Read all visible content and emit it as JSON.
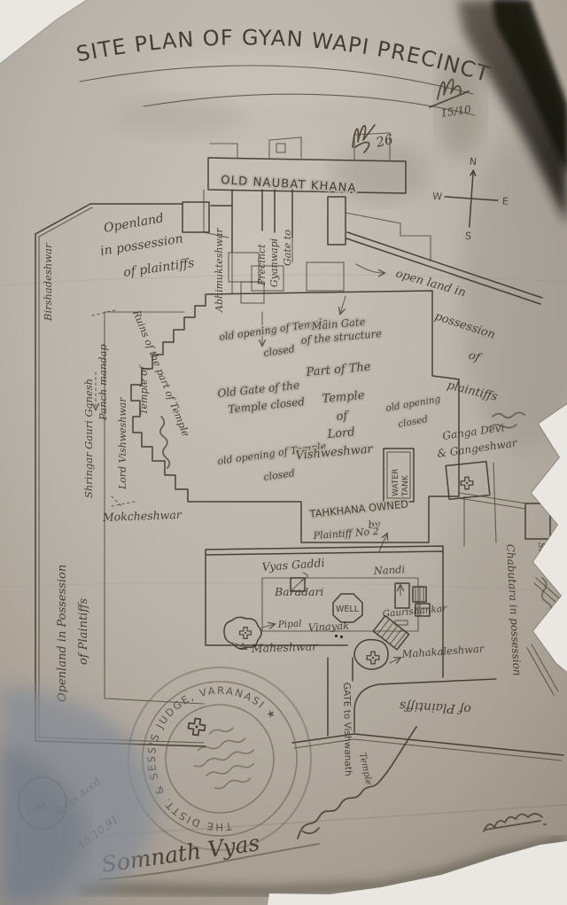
{
  "title": "SITE PLAN OF GYAN WAPI PRECINCT",
  "compass": {
    "n": "N",
    "e": "E",
    "s": "S",
    "w": "W"
  },
  "corner_notes": {
    "date_top_right": "15/10",
    "scrawl_26": "26",
    "notes_accd": "Notes Accd",
    "date_bottom_left": "15.10.91",
    "signature": "Somnath Vyas"
  },
  "stamp": {
    "ring_text": "THE DISTT. & SESS'S JUDGE, VARANASI ★"
  },
  "labels": {
    "old_naubat_khana": "OLD NAUBAT KHANA",
    "gate_precinct": [
      "Gate to",
      "Gyanwapi",
      "Precinct"
    ],
    "abhimukteshwar": "Abhimukteshwar",
    "openland_nw": [
      "Openland",
      "in possession",
      "of plaintiffs"
    ],
    "birshadeshwar": "Birshadeshwar",
    "panch_mandap": "Panch mandap",
    "shringar_gauri": "Shringar Gauri Ganesh",
    "openland_w": [
      "Openland in Possession",
      "of Plaintiffs"
    ],
    "ruins": "Ruins of the part of Temple",
    "temple_of": "Temple of",
    "lord_vishweshwar": "Lord Vishweshwar",
    "old_opening_top": [
      "old opening of Temple",
      "closed"
    ],
    "old_gate": [
      "Old Gate of the",
      "Temple closed"
    ],
    "old_opening_mid": [
      "old opening of Temple",
      "closed"
    ],
    "mokcheshwar": "Mokcheshwar",
    "main_gate": [
      "Main Gate",
      "of the structure"
    ],
    "part_of_temple": [
      "Part of The",
      "Temple",
      "of",
      "Lord",
      "Vishweshwar"
    ],
    "old_opening_right": [
      "old opening",
      "closed"
    ],
    "water_tank": [
      "WATER",
      "TANK"
    ],
    "tahkhana": [
      "TAHKHANA OWNED",
      "by",
      "Plaintiff No 2"
    ],
    "open_land_e": [
      "open land in",
      "possession",
      "of",
      "plaintiffs"
    ],
    "ganga_devi": [
      "Ganga Devi",
      "& Gangeshwar"
    ],
    "stairs": "Stairs",
    "chabutara": "Chabutara in possession",
    "vyas_gaddi": "Vyas Gaddi",
    "baradari": "Baradari",
    "well": "WELL",
    "nandi": "Nandi",
    "gaurishankar": "Gaurishankar",
    "pipal": "Pipal",
    "vinayak": "Vinayak",
    "maheshwar": "Maheshwar",
    "mahakaleshwar": "Mahakaleshwar",
    "gate_vishwanath": [
      "GATE to Vishwanath",
      "Temple"
    ],
    "of_plaintiffs_inverted": "of Plaintiffs"
  },
  "colors": {
    "ink": "#3e362c",
    "paper": "#bcb6ac",
    "backdrop": "#eceae5"
  }
}
